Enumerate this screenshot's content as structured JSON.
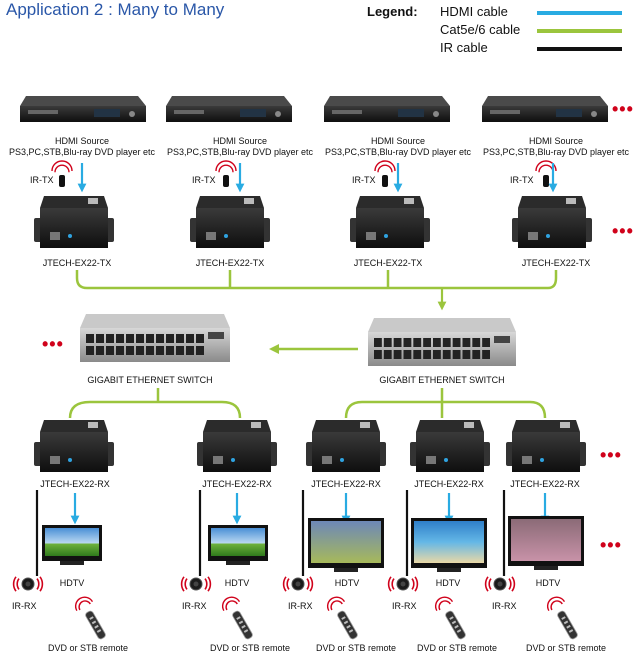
{
  "title": "Application 2 : Many to Many",
  "legend": {
    "title": "Legend:",
    "items": [
      {
        "label": "HDMI cable",
        "color": "#29abe2"
      },
      {
        "label": "Cat5e/6 cable",
        "color": "#9bc53d"
      },
      {
        "label": "IR cable",
        "color": "#111111"
      }
    ]
  },
  "colors": {
    "hdmi": "#29abe2",
    "cat": "#9bc53d",
    "ir": "#111111",
    "dots": "#d0021b"
  },
  "more_indicator": "•••",
  "sources": [
    {
      "label_line1": "HDMI Source",
      "label_line2": "PS3,PC,STB,Blu-ray DVD player etc",
      "ir_label": "IR-TX",
      "tx_label": "JTECH-EX22-TX"
    },
    {
      "label_line1": "HDMI Source",
      "label_line2": "PS3,PC,STB,Blu-ray DVD player etc",
      "ir_label": "IR-TX",
      "tx_label": "JTECH-EX22-TX"
    },
    {
      "label_line1": "HDMI Source",
      "label_line2": "PS3,PC,STB,Blu-ray DVD player etc",
      "ir_label": "IR-TX",
      "tx_label": "JTECH-EX22-TX"
    },
    {
      "label_line1": "HDMI Source",
      "label_line2": "PS3,PC,STB,Blu-ray DVD player etc",
      "ir_label": "IR-TX",
      "tx_label": "JTECH-EX22-TX"
    }
  ],
  "switches": [
    {
      "label": "GIGABIT ETHERNET SWITCH"
    },
    {
      "label": "GIGABIT ETHERNET SWITCH"
    }
  ],
  "receivers": [
    {
      "rx_label": "JTECH-EX22-RX",
      "tv_label": "HDTV",
      "ir_label": "IR-RX",
      "remote_label": "DVD or STB remote"
    },
    {
      "rx_label": "JTECH-EX22-RX",
      "tv_label": "HDTV",
      "ir_label": "IR-RX",
      "remote_label": "DVD or STB remote"
    },
    {
      "rx_label": "JTECH-EX22-RX",
      "tv_label": "HDTV",
      "ir_label": "IR-RX",
      "remote_label": "DVD or STB remote"
    },
    {
      "rx_label": "JTECH-EX22-RX",
      "tv_label": "HDTV",
      "ir_label": "IR-RX",
      "remote_label": "DVD or STB remote"
    },
    {
      "rx_label": "JTECH-EX22-RX",
      "tv_label": "HDTV",
      "ir_label": "IR-RX",
      "remote_label": "DVD or STB remote"
    }
  ]
}
